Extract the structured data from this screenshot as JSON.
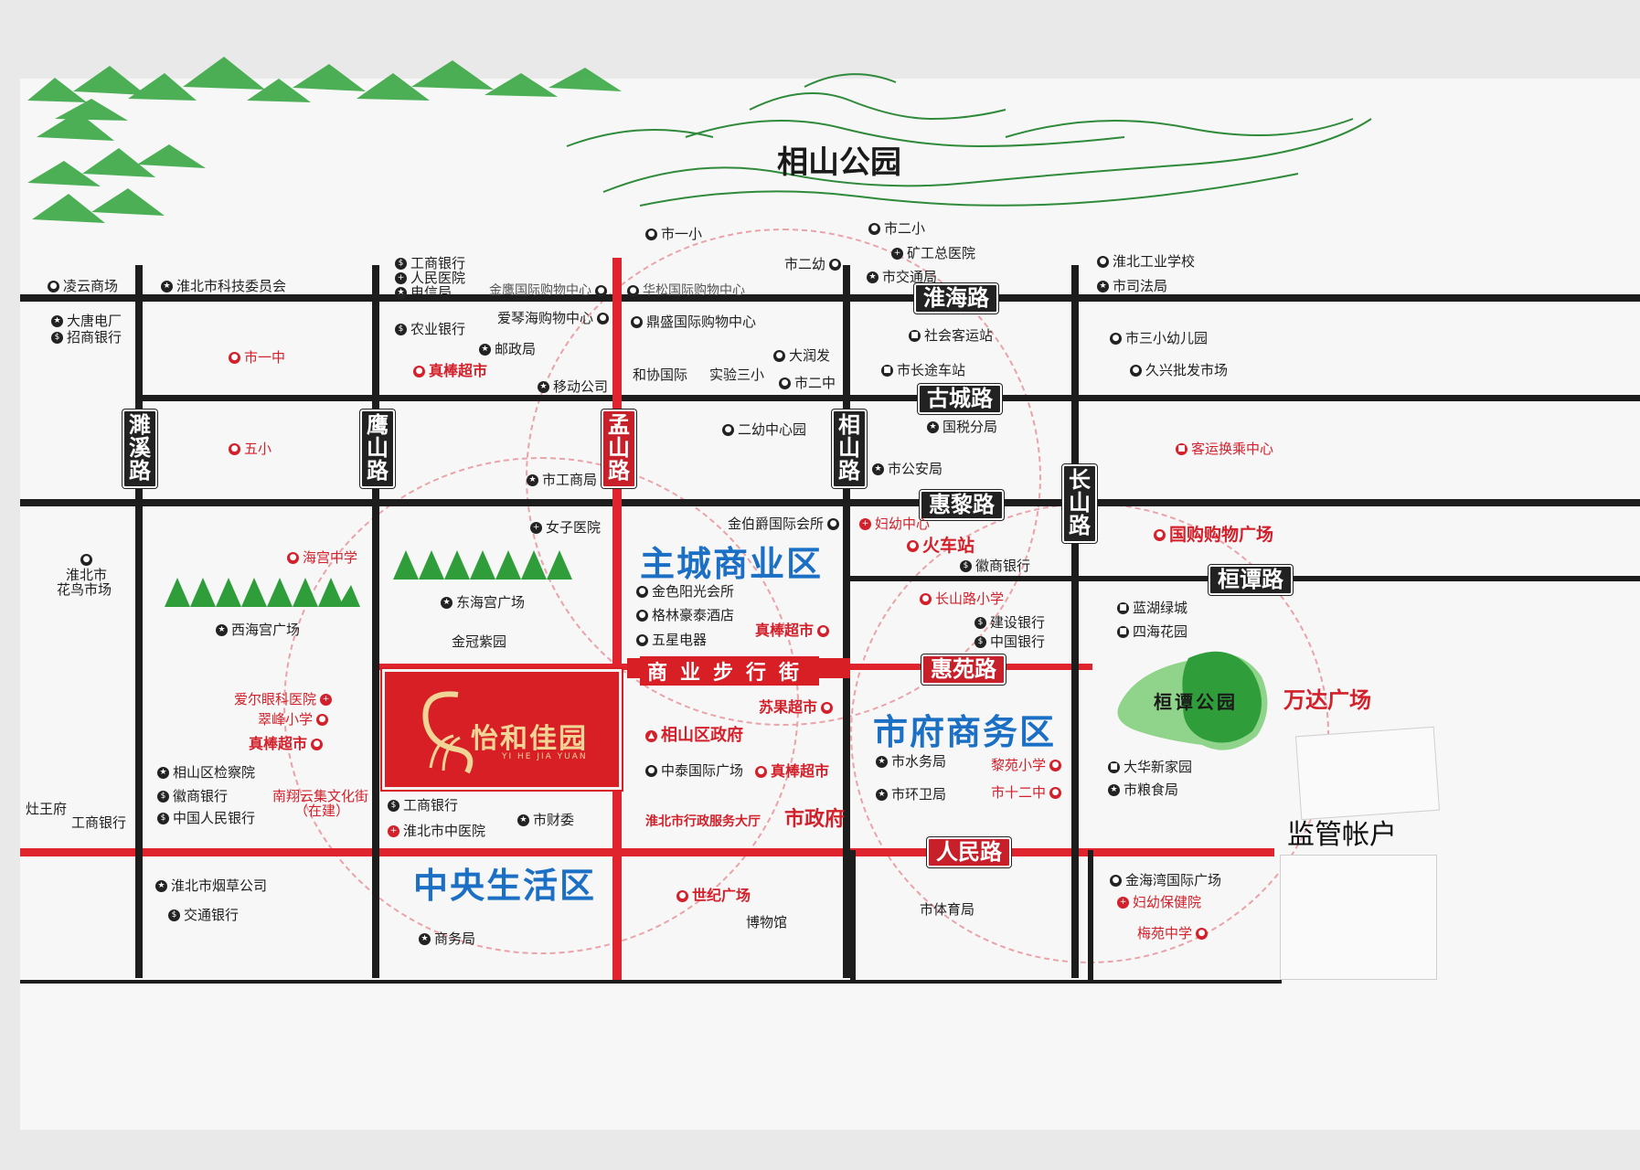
{
  "map": {
    "park_title": "相山公园",
    "project_name": "怡和佳园",
    "project_subtitle": "YI HE JIA YUAN",
    "hand_note": "监管帐户"
  },
  "roads": {
    "huaihai": "淮海路",
    "gucheng": "古城路",
    "huili": "惠黎路",
    "huanta": "桓谭路",
    "huiyuan": "惠苑路",
    "renmin": "人民路",
    "suixi": "濉溪路",
    "yingshan": "鹰山路",
    "mengshan": "孟山路",
    "xiangshan": "相山路",
    "changshan": "长山路",
    "walk": "商业步行街"
  },
  "districts": {
    "main_city": "主城商业区",
    "city_gov": "市府商务区",
    "central": "中央生活区"
  },
  "poi": {
    "p1": "凌云商场",
    "p2": "淮北市科技委员会",
    "p3": "工商银行",
    "p4": "人民医院",
    "p5": "电信局",
    "p6": "金鹰国际购物中心",
    "p7": "华松国际购物中心",
    "p8": "市一小",
    "p9": "市二幼",
    "p10": "市二小",
    "p11": "矿工总医院",
    "p12": "市交通局",
    "p13": "淮北工业学校",
    "p14": "市司法局",
    "p15": "大唐电厂",
    "p16": "招商银行",
    "p17": "市一中",
    "p18": "农业银行",
    "p19": "邮政局",
    "p20": "真棒超市",
    "p21": "移动公司",
    "p22": "爱琴海购物中心",
    "p23": "鼎盛国际购物中心",
    "p24": "和协国际",
    "p25": "实验三小",
    "p26": "大润发",
    "p27": "市二中",
    "p28": "社会客运站",
    "p29": "市长途车站",
    "p30": "市三小幼儿园",
    "p31": "久兴批发市场",
    "p32": "五小",
    "p33": "二幼中心园",
    "p34": "国税分局",
    "p35": "市公安局",
    "p36": "客运换乘中心",
    "p37": "市工商局",
    "p38": "女子医院",
    "p39": "金伯爵国际会所",
    "p40": "妇幼中心",
    "p41": "火车站",
    "p42": "徽商银行",
    "p43": "国购购物广场",
    "p44": "淮北市",
    "p45": "花鸟市场",
    "p46": "海宫中学",
    "p47": "西海宫广场",
    "p48": "东海宫广场",
    "p49": "金冠紫园",
    "p50": "金色阳光会所",
    "p51": "格林豪泰酒店",
    "p52": "五星电器",
    "p53": "真棒超市",
    "p54": "长山路小学",
    "p55": "建设银行",
    "p56": "中国银行",
    "p57": "蓝湖绿城",
    "p58": "四海花园",
    "p59": "爱尔眼科医院",
    "p60": "翠峰小学",
    "p61": "真棒超市",
    "p62": "相山区检察院",
    "p63": "徽商银行",
    "p64": "中国人民银行",
    "p65": "南翔云集文化街",
    "p66": "（在建）",
    "p67": "灶王府",
    "p68": "工商银行",
    "p69": "工商银行",
    "p70": "淮北市中医院",
    "p71": "市财委",
    "p72": "苏果超市",
    "p73": "相山区政府",
    "p74": "中泰国际广场",
    "p75": "真棒超市",
    "p76": "淮北市行政服务大厅",
    "p77": "市政府",
    "p78": "市水务局",
    "p79": "市环卫局",
    "p80": "黎苑小学",
    "p81": "市十二中",
    "p82": "桓谭公园",
    "p83": "万达广场",
    "p84": "大华新家园",
    "p85": "市粮食局",
    "p86": "淮北市烟草公司",
    "p87": "交通银行",
    "p88": "商务局",
    "p89": "世纪广场",
    "p90": "博物馆",
    "p91": "市体育局",
    "p92": "金海湾国际广场",
    "p93": "妇幼保健院",
    "p94": "梅苑中学"
  },
  "icons": [
    "star-icon",
    "bank-icon",
    "shop-icon",
    "school-icon",
    "hospital-icon",
    "bus-icon",
    "gov-icon"
  ],
  "colors": {
    "road": "#1d1d1d",
    "red_road": "#e0242d",
    "district": "#1b6fc4",
    "project": "#d91f26",
    "park_green": "#2f9e3a"
  }
}
